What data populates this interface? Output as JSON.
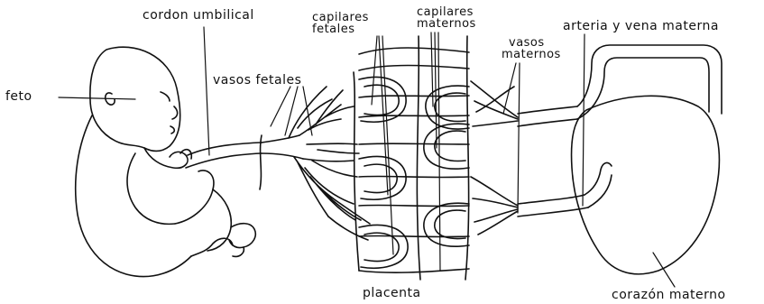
{
  "diagram": {
    "labels": {
      "feto": "feto",
      "cordon_umbilical": "cordon umbilical",
      "capilares_fetales": [
        "capilares",
        "fetales"
      ],
      "capilares_maternos": [
        "capilares",
        "maternos"
      ],
      "vasos_fetales": "vasos fetales",
      "vasos_maternos": [
        "vasos",
        "maternos"
      ],
      "arteria_vena_materna": "arteria y vena materna",
      "placenta": "placenta",
      "corazon_materno": "corazón materno"
    }
  },
  "colors": {
    "ink": "#111111",
    "background": "#ffffff"
  }
}
